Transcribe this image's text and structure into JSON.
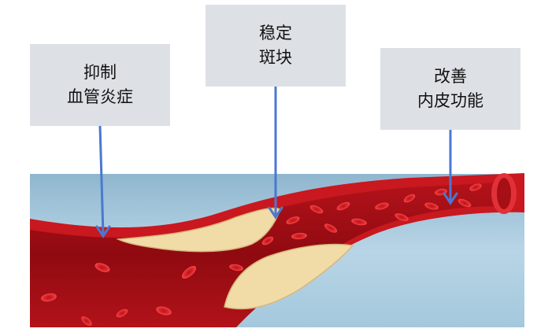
{
  "labels": [
    {
      "line1": "抑制",
      "line2": "血管炎症"
    },
    {
      "line1": "稳定",
      "line2": "斑块"
    },
    {
      "line1": "改善",
      "line2": "内皮功能"
    }
  ],
  "colors": {
    "label_box": "#dde1e6",
    "arrow": "#4a78d0",
    "vessel_wall": "#c0151b",
    "vessel_lumen": "#9e0d12",
    "blood_cell": "#e0252a",
    "plaque": "#f0d9a6",
    "background_tissue": "#a9cbe0"
  },
  "icons": [
    "blood-vessel-illustration",
    "atherosclerotic-plaque",
    "red-blood-cell",
    "arrow-down"
  ]
}
